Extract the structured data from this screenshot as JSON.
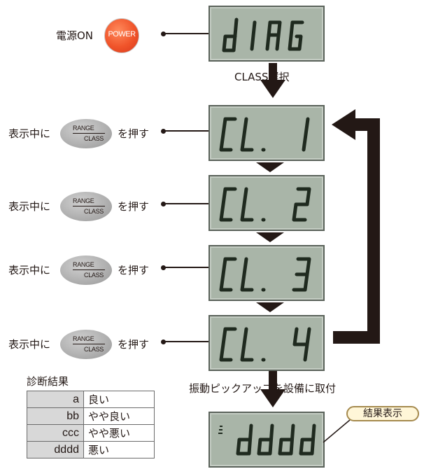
{
  "power": {
    "label": "電源ON",
    "button_text": "POWER",
    "color": "#f0542a"
  },
  "displays": {
    "diag": "dIAG",
    "class_1": "CL. 1",
    "class_2": "CL. 2",
    "class_3": "CL. 3",
    "class_4": "CL. 4",
    "result": "dddd"
  },
  "flow": {
    "class_select": "CLASS選択",
    "pickup_note": "振動ピックアップを設備に取付",
    "result_badge": "結果表示"
  },
  "steps": [
    {
      "before": "表示中に",
      "after": "を押す"
    },
    {
      "before": "表示中に",
      "after": "を押す"
    },
    {
      "before": "表示中に",
      "after": "を押す"
    },
    {
      "before": "表示中に",
      "after": "を押す"
    }
  ],
  "range_button": {
    "top": "RANGE",
    "bottom": "CLASS"
  },
  "diagnosis": {
    "title": "診断結果",
    "rows": [
      {
        "code": "a",
        "meaning": "良い"
      },
      {
        "code": "bb",
        "meaning": "やや良い"
      },
      {
        "code": "ccc",
        "meaning": "やや悪い"
      },
      {
        "code": "dddd",
        "meaning": "悪い"
      }
    ]
  },
  "colors": {
    "lcd_bg": "#a9b5a8",
    "lcd_border": "#5a625a",
    "segment": "#1f2a1f",
    "badge_border": "#a58a4e",
    "badge_fill": "#fff6d8",
    "table_code_bg": "#d8d8d8"
  }
}
